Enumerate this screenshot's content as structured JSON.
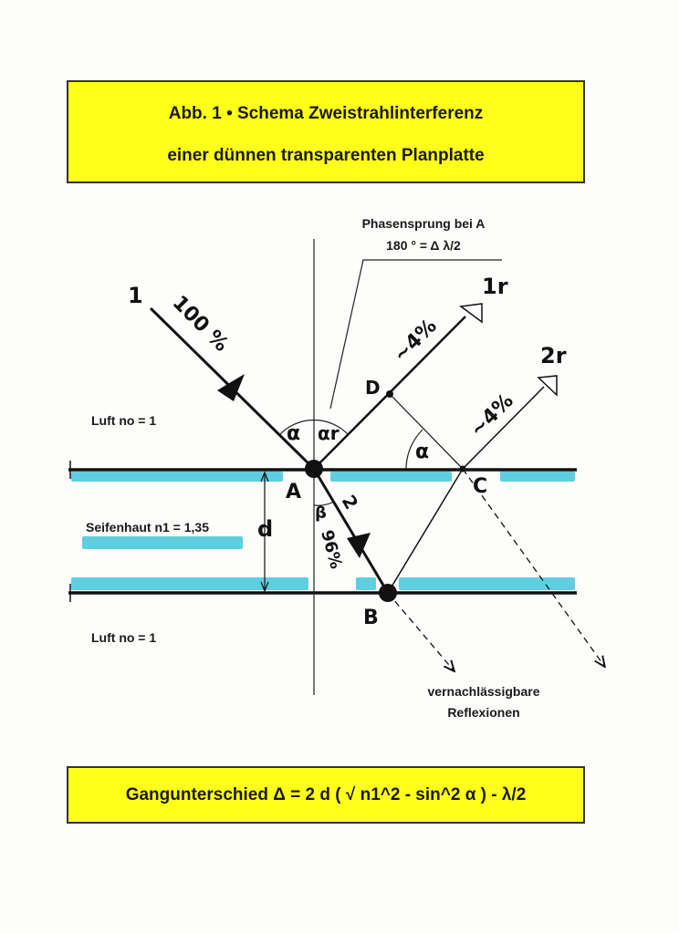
{
  "title": {
    "line1": "Abb. 1  •  Schema Zweistrahlinterferenz",
    "line2": "einer dünnen transparenten Planplatte"
  },
  "labels": {
    "phase_jump_1": "Phasensprung bei A",
    "phase_jump_2": "180 ° = Δ λ/2",
    "air_top": "Luft  no = 1",
    "film": "Seifenhaut  n1 = 1,35",
    "air_bottom": "Luft  no = 1",
    "negligible_1": "vernachlässigbare",
    "negligible_2": "Reflexionen",
    "ray1": "1",
    "ray1_pct": "100 %",
    "ray1r": "1r",
    "ray1r_pct": "~4%",
    "ray2r": "2r",
    "ray2r_pct": "~4%",
    "ray2": "2",
    "ray2_pct": "96%",
    "point_a": "A",
    "point_b": "B",
    "point_c": "C",
    "point_d": "D",
    "alpha": "α",
    "alpha_r": "αr",
    "alpha_c": "α",
    "beta": "β",
    "thickness": "d"
  },
  "formula": "Gangunterschied  Δ  = 2 d ( √ n1^2 - sin^2 α ) - λ/2",
  "colors": {
    "box": "#ffff1a",
    "film": "#5fcfe0",
    "ink": "#111111"
  }
}
